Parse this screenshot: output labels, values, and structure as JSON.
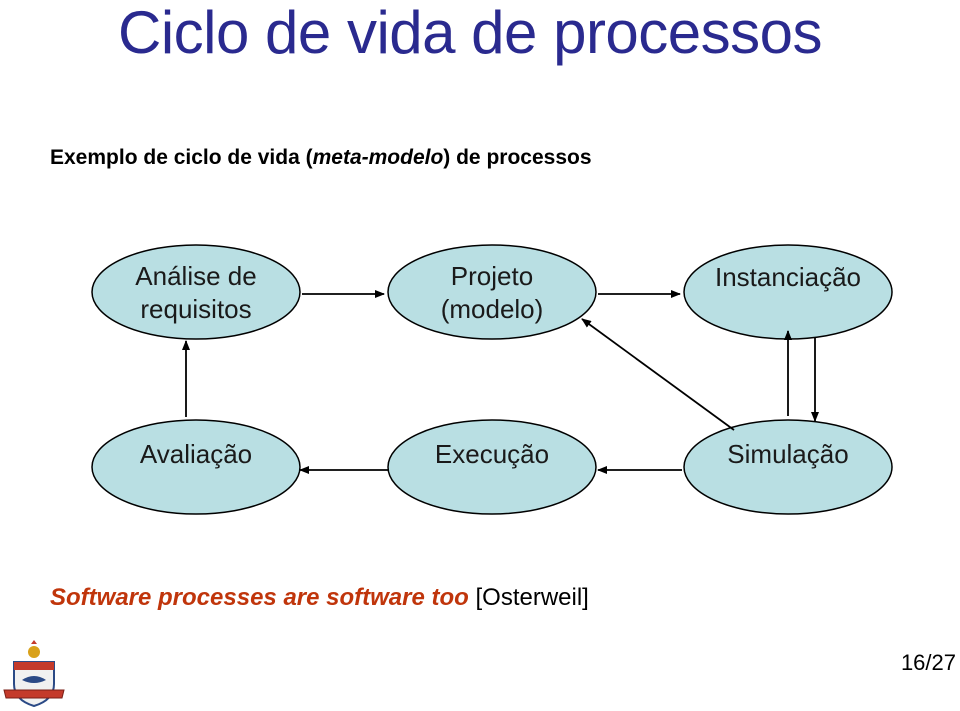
{
  "slide": {
    "title": "Ciclo de vida de processos",
    "subtitle_prefix": "Exemplo de ciclo de vida (",
    "subtitle_italic": "meta-modelo",
    "subtitle_suffix": ") de processos",
    "page": "16/27"
  },
  "diagram": {
    "nodes": {
      "analise": {
        "line1": "Análise de",
        "line2": "requisitos"
      },
      "projeto": {
        "line1": "Projeto",
        "line2": "(modelo)"
      },
      "instanciacao": {
        "line1": "Instanciação"
      },
      "avaliacao": {
        "line1": "Avaliação"
      },
      "execucao": {
        "line1": "Execução"
      },
      "simulacao": {
        "line1": "Simulação"
      }
    },
    "node_fill": "#b9dfe3",
    "node_stroke": "#000000"
  },
  "quote": {
    "italic": "Software processes are software too",
    "citation": " [Osterweil]"
  },
  "colors": {
    "title": "#2a2a8f",
    "quote_emphasis": "#c0350b"
  }
}
